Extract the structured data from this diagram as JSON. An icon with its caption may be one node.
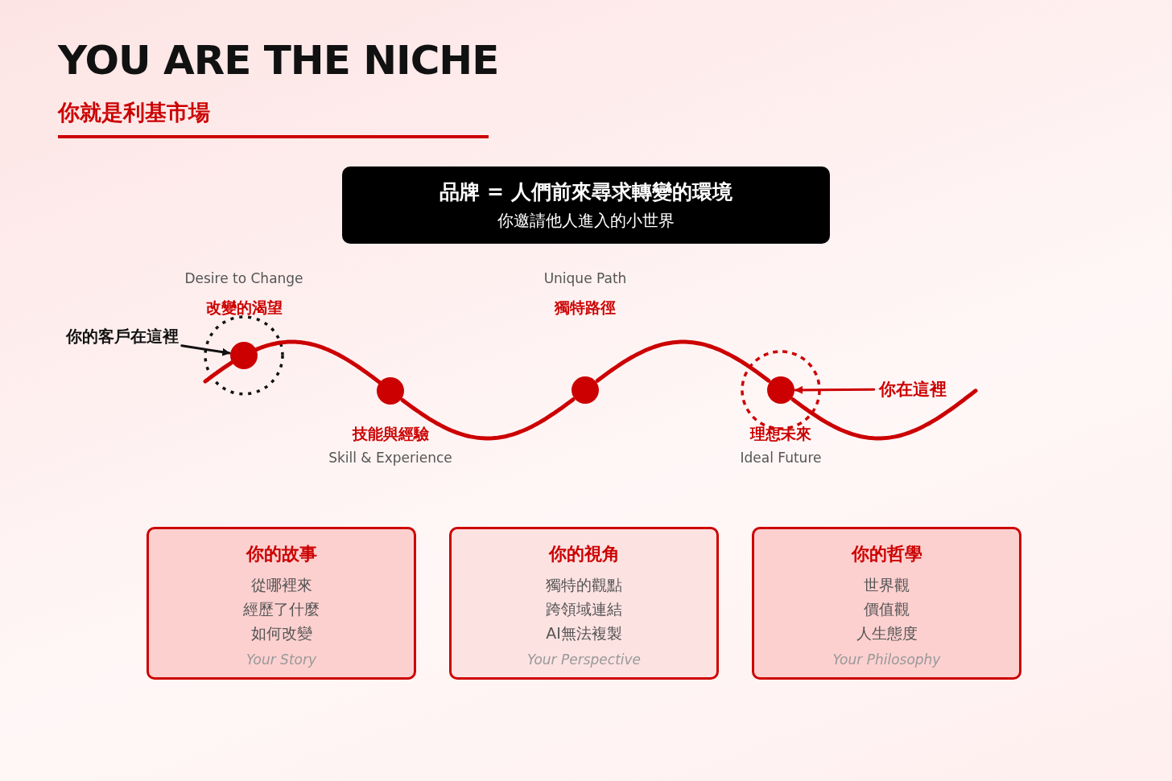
{
  "diagram": {
    "title": "YOU ARE THE NICHE",
    "nodes": [
      {
        "text": [
          "品牌 = 人們前來尋求轉變的環境",
          "你邀請他人進入的小世界"
        ]
      },
      {
        "text": [],
        "shape": "circle",
        "beside": [
          "Desire to Change",
          "改變的渴望"
        ]
      },
      {
        "text": [],
        "shape": "circle",
        "beside": [
          "技能與經驗",
          "Skill & Experience"
        ]
      },
      {
        "text": [],
        "shape": "circle",
        "beside": [
          "Unique Path",
          "獨特路徑"
        ]
      },
      {
        "text": [],
        "shape": "circle",
        "beside": [
          "理想未來",
          "Ideal Future"
        ]
      },
      {
        "text": [
          "你的客戶在這裡"
        ]
      },
      {
        "text": [
          "你在這裡"
        ]
      },
      {
        "text": [
          "你的故事",
          "從哪裡來",
          "經歷了什麼",
          "如何改變",
          "Your Story"
        ]
      },
      {
        "text": [
          "你的視角",
          "獨特的觀點",
          "跨領域連結",
          "AI無法複製",
          "Your Perspective"
        ]
      },
      {
        "text": [
          "你的哲學",
          "世界觀",
          "價值觀",
          "人生態度",
          "Your Philosophy"
        ]
      }
    ],
    "edges": [
      {
        "from": null,
        "to": 1,
        "arrow": "none"
      },
      {
        "from": 1,
        "to": 2,
        "arrow": "none"
      },
      {
        "from": 2,
        "to": 3,
        "arrow": "none"
      },
      {
        "from": 3,
        "to": 4,
        "arrow": "none"
      },
      {
        "from": 4,
        "to": null,
        "arrow": "none"
      },
      {
        "from": 5,
        "to": 1,
        "arrow": "to",
        "color": "#111111"
      },
      {
        "from": 6,
        "to": 4,
        "arrow": "to"
      }
    ],
    "labels": [
      "你就是利基市場"
    ]
  }
}
